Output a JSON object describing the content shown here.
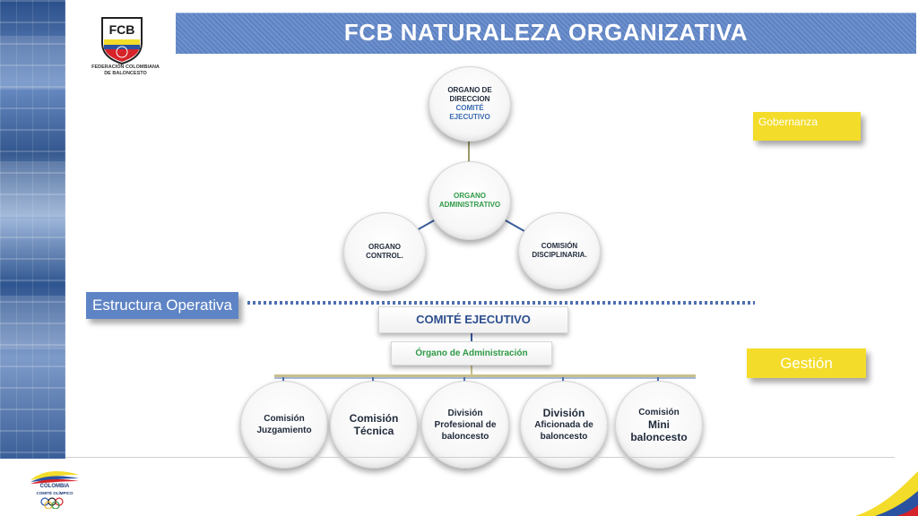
{
  "header": {
    "title": "FCB NATURALEZA ORGANIZATIVA",
    "logo_text_line1": "FEDERACIÓN COLOMBIANA",
    "logo_text_line2": "DE BALONCESTO",
    "logo_mark": "FCB"
  },
  "top_diagram": {
    "top_circle": {
      "line1": "ORGANO DE",
      "line2": "DIRECCION",
      "line3": "COMITÉ",
      "line4": "EJECUTIVO"
    },
    "mid_circle": {
      "line1": "ORGANO",
      "line2": "ADMINISTRATIVO"
    },
    "left_circle": {
      "line1": "ORGANO",
      "line2": "CONTROL."
    },
    "right_circle": {
      "line1": "COMISIÓN",
      "line2": "DISCIPLINARIA."
    }
  },
  "tags": {
    "gobernanza": "Gobernanza",
    "gestion": "Gestión",
    "estructura": "Estructura Operativa"
  },
  "org_chart": {
    "comite": "COMITÉ EJECUTIVO",
    "organo": "Órgano de Administración",
    "units": [
      {
        "line1": "Comisión",
        "line2": "Juzgamiento"
      },
      {
        "line1": "Comisión",
        "line2": "Técnica"
      },
      {
        "line1": "División",
        "line2": "Profesional de",
        "line3": "baloncesto"
      },
      {
        "line1": "División",
        "line2": "Aficionada de",
        "line3": "baloncesto"
      },
      {
        "line1": "Comisión",
        "line2": "Mini",
        "line3": "baloncesto"
      }
    ]
  },
  "footer": {
    "logo_line1": "COLOMBIA",
    "logo_line2": "COMITÉ OLÍMPICO"
  },
  "icons": {
    "logo": "fcb-shield-logo",
    "olympic": "olympic-rings-icon"
  },
  "colors": {
    "title_bar": "#5d82c3",
    "tag_yellow": "#f3dc2a",
    "tag_blue": "#5e84c5",
    "accent_green": "#2e9a45"
  }
}
